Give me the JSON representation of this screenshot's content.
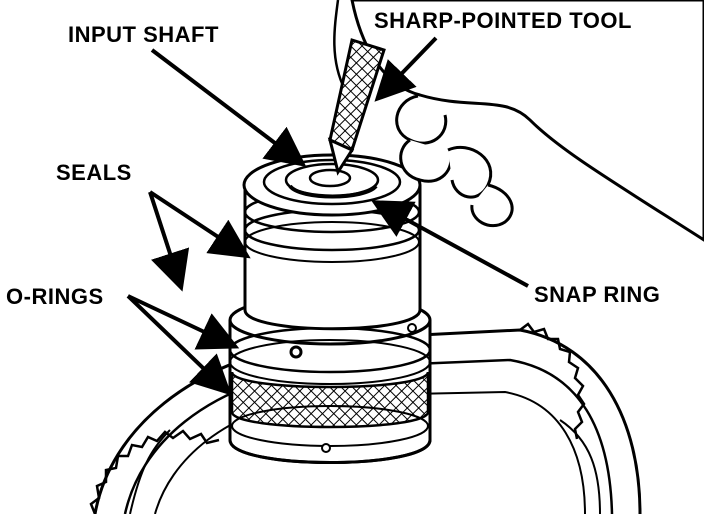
{
  "labels": {
    "input_shaft": "INPUT SHAFT",
    "sharp_tool": "SHARP-POINTED TOOL",
    "seals": "SEALS",
    "o_rings": "O-RINGS",
    "snap_ring": "SNAP RING"
  },
  "colors": {
    "ink": "#000000",
    "paper": "#ffffff"
  }
}
